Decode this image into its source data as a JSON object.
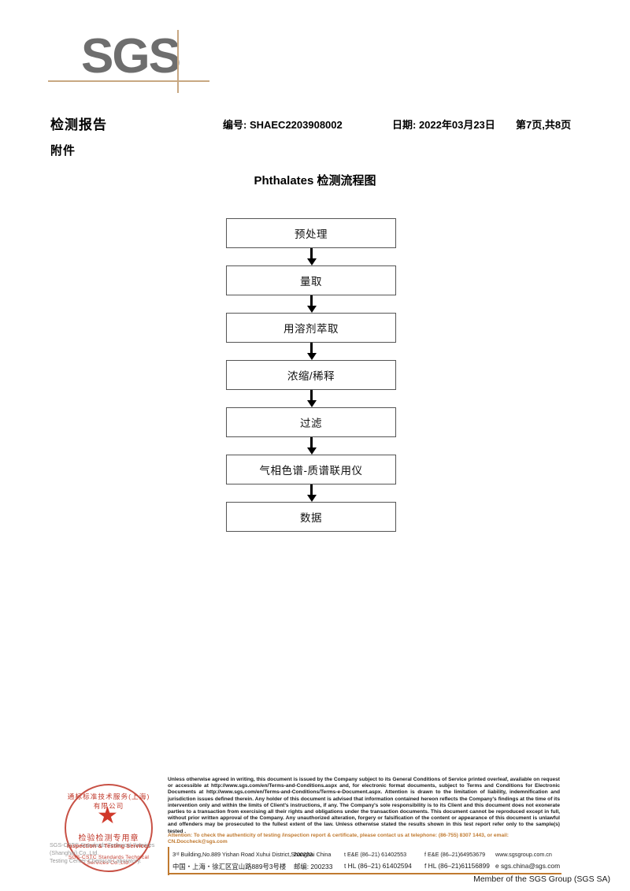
{
  "logo": {
    "text": "SGS"
  },
  "header": {
    "title": "检测报告",
    "attachment": "附件",
    "report_no": "编号: SHAEC2203908002",
    "date": "日期: 2022年03月23日",
    "page": "第7页,共8页"
  },
  "flowchart": {
    "title": "Phthalates 检测流程图",
    "nodes": [
      {
        "label": "预处理"
      },
      {
        "label": "量取"
      },
      {
        "label": "用溶剂萃取"
      },
      {
        "label": "浓缩/稀释"
      },
      {
        "label": "过滤"
      },
      {
        "label": "气相色谱-质谱联用仪"
      },
      {
        "label": "数据"
      }
    ]
  },
  "seal": {
    "arc_top": "通标标准技术服务(上海)有限公司",
    "star": "★",
    "cn_text": "检验检测专用章",
    "en_text": "Inspection & Testing Services",
    "arc_bottom": "SGS-CSTC Standards Technical Services Co.,Ltd."
  },
  "watermark": {
    "line1": "SGS-CSTC Standards Technical Services (Shanghai) Co.,Ltd.",
    "line2": "Testing Center-Chemical Laboratory."
  },
  "footer": {
    "legal": "Unless otherwise agreed in writing, this document is issued by the Company subject to its General Conditions of Service printed overleaf, available on request or accessible at http://www.sgs.com/en/Terms-and-Conditions.aspx and, for electronic format documents, subject to Terms and Conditions for Electronic Documents at http://www.sgs.com/en/Terms-and-Conditions/Terms-e-Document.aspx. Attention is drawn to the limitation of liability, indemnification and jurisdiction issues defined therein. Any holder of this document is advised that information contained hereon reflects the Company's findings at the time of its intervention only and within the limits of Client's instructions, if any. The Company's sole responsibility is to its Client and this document does not exonerate parties to a transaction from exercising all their rights and obligations under the transaction documents. This document cannot be reproduced except in full, without prior written approval of the Company. Any unauthorized alteration, forgery or falsification of the content or appearance of this document is unlawful and offenders may be prosecuted to the fullest extent of the law. Unless otherwise stated the results shown in this test report refer only to the sample(s) tested .",
    "attention": "Attention: To check the authenticity of testing /inspection report & certificate, please contact us at telephone: (86-755) 8307 1443, or email: CN.Doccheck@sgs.com",
    "address_en": "3ʳᵈ Building,No.889 Yishan Road Xuhui District,Shanghai China",
    "address_cn": "中国・上海・徐汇区宜山路889号3号楼",
    "zip_en": "200233",
    "zip_cn": "邮编: 200233",
    "tel_ee": "t E&E (86–21) 61402553",
    "fax_ee": "f E&E (86–21)64953679",
    "tel_hl": "t HL (86–21) 61402594",
    "fax_hl": "f HL (86–21)61156899",
    "website": "www.sgsgroup.com.cn",
    "email": "e sgs.china@sgs.com",
    "member": "Member of the SGS Group (SGS SA)"
  }
}
